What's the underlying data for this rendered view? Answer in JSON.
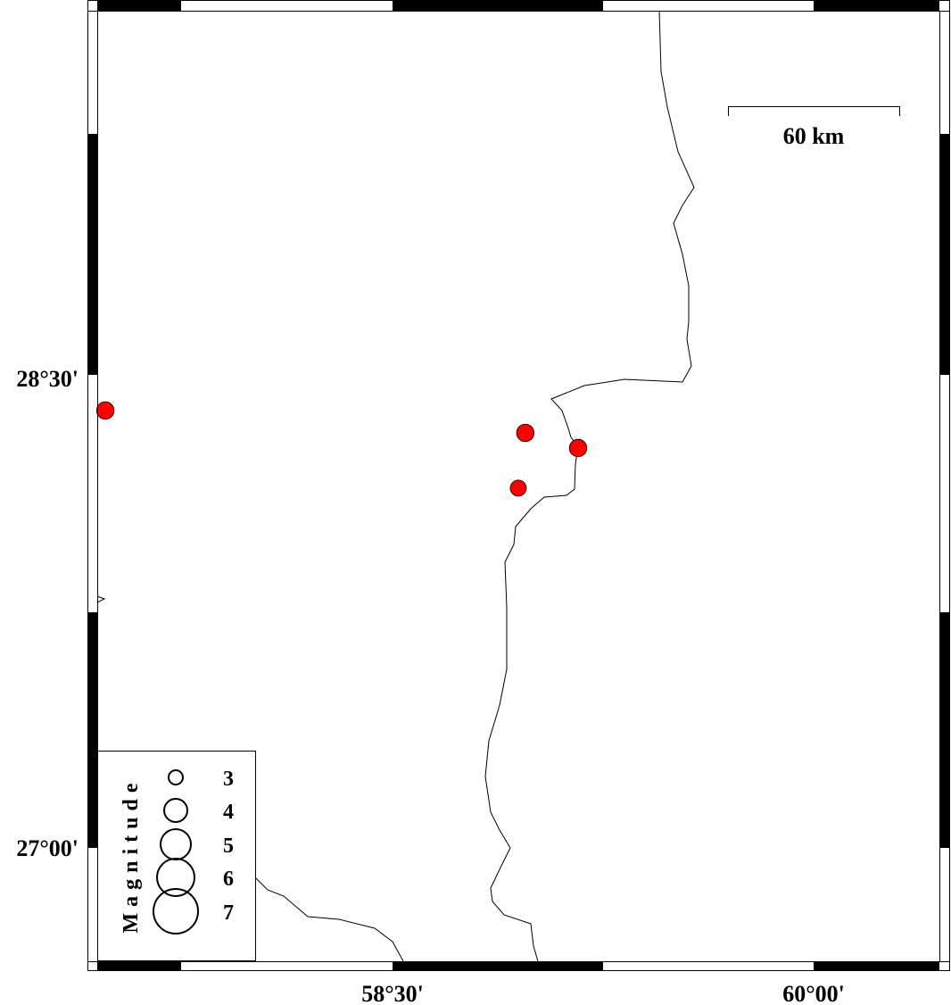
{
  "map": {
    "axis_labels": {
      "left": [
        "28°30'",
        "27°00'"
      ],
      "bottom": [
        "58°30'",
        "60°00'"
      ]
    },
    "scale_bar": {
      "label": "60 km"
    },
    "legend": {
      "title": "Magnitude",
      "entries": [
        {
          "label": "3",
          "mag": 3
        },
        {
          "label": "4",
          "mag": 4
        },
        {
          "label": "5",
          "mag": 5
        },
        {
          "label": "6",
          "mag": 6
        },
        {
          "label": "7",
          "mag": 7
        }
      ]
    },
    "event_color": "#ff0000",
    "events": [
      {
        "lon": 57.477,
        "lat": 28.387,
        "mag": 3.2
      },
      {
        "lon": 58.973,
        "lat": 28.316,
        "mag": 3.2
      },
      {
        "lon": 59.161,
        "lat": 28.268,
        "mag": 3.2
      },
      {
        "lon": 58.948,
        "lat": 28.141,
        "mag": 3.0
      }
    ]
  }
}
